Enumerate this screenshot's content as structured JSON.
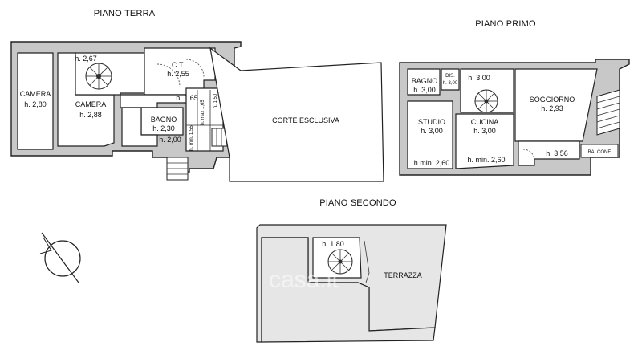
{
  "floors": {
    "ground": {
      "title": "PIANO TERRA",
      "rooms": {
        "camera_left": {
          "name": "CAMERA",
          "height": "h. 2,80"
        },
        "camera_right": {
          "name": "CAMERA",
          "height": "h. 2,88"
        },
        "stair_hall": {
          "height": "h. 2,67"
        },
        "ct": {
          "name": "C.T.",
          "height": "h. 2,55"
        },
        "passage": {
          "height": "h. 1,65"
        },
        "bagno": {
          "name": "BAGNO",
          "height": "h. 2,30"
        },
        "lower": {
          "height": "h. 2,00"
        },
        "small_a": {
          "text": "h. 1,50"
        },
        "small_b": {
          "text": "h. max 1,65"
        },
        "small_c": {
          "text": "h. min. 1,55"
        },
        "corte": {
          "name": "CORTE ESCLUSIVA"
        }
      }
    },
    "first": {
      "title": "PIANO PRIMO",
      "rooms": {
        "bagno": {
          "name": "BAGNO",
          "height": "h. 3,00"
        },
        "dis": {
          "name": "DIS.",
          "height": "h. 3,00"
        },
        "stair": {
          "height": "h. 3,00"
        },
        "soggiorno": {
          "name": "SOGGIORNO",
          "height": "h. 2,93"
        },
        "studio": {
          "name": "STUDIO",
          "height": "h. 3,00",
          "min": "h.min. 2,60"
        },
        "cucina": {
          "name": "CUCINA",
          "height": "h. 3,00",
          "min": "h. min. 2,60"
        },
        "balcone_area": {
          "height": "h. 3,56"
        },
        "balcone": {
          "name": "BALCONE"
        }
      }
    },
    "second": {
      "title": "PIANO SECONDO",
      "rooms": {
        "stair_room": {
          "height": "h. 1,80"
        },
        "terrazza": {
          "name": "TERRAZZA"
        }
      }
    }
  },
  "watermark": "casa.it",
  "colors": {
    "wall": "#c8c8c8",
    "terrace": "#e6e6e6",
    "line": "#222222"
  },
  "icons": {
    "compass": "north-arrow-icon",
    "stairs": "spiral-stair-icon"
  }
}
